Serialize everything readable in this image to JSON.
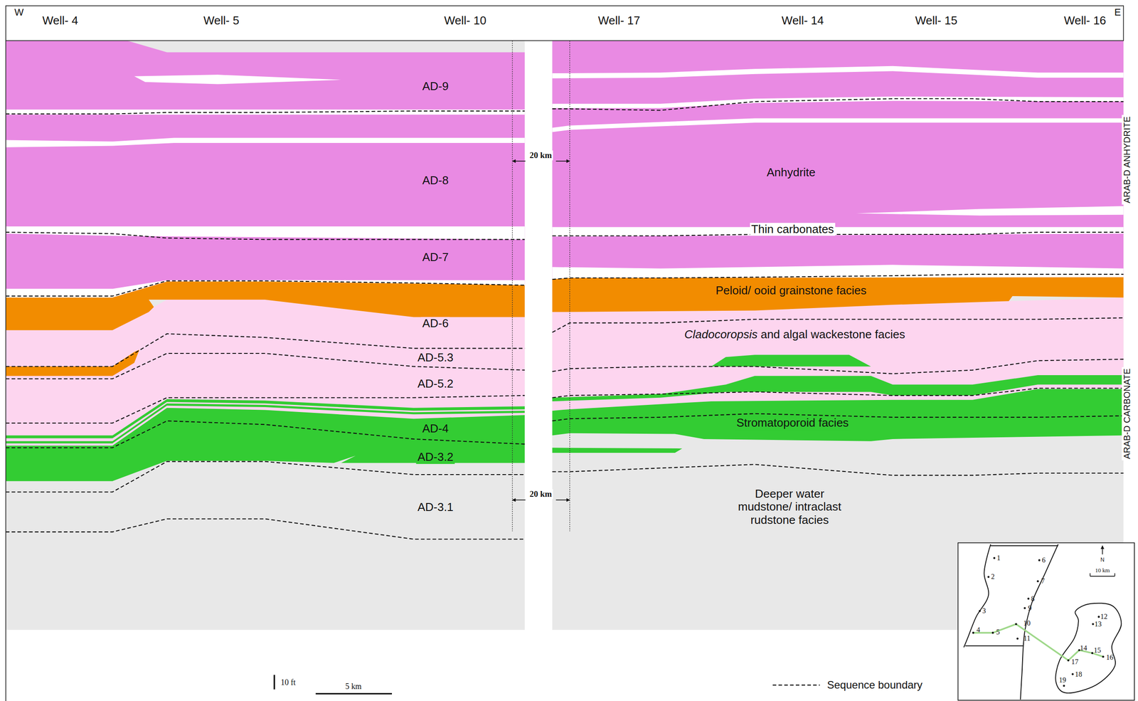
{
  "diagram": {
    "labels": [
      "W",
      "E",
      "Well- 4",
      "Well- 5",
      "Well- 10",
      "Well- 17",
      "Well- 14",
      "Well- 15",
      "Well- 16",
      "AD-9",
      "AD-8",
      "AD-7",
      "AD-6",
      "AD-5.3",
      "AD-5.2",
      "AD-4",
      "AD-3.2",
      "AD-3.1",
      "20 km",
      "20 km",
      "Anhydrite",
      "Thin carbonates",
      "Peloid/ ooid grainstone facies",
      "Cladocoropsis and algal wackestone facies",
      "Stromatoporoid facies",
      "Deeper water mudstone/ intraclast rudstone facies",
      "ARAB-D ANHYDRITE",
      "ARAB-D CARBONATE",
      "10 ft",
      "5 km",
      "1",
      "2",
      "3",
      "4",
      "5",
      "6",
      "7",
      "8",
      "9",
      "10",
      "11",
      "12",
      "13",
      "14",
      "15",
      "16",
      "17",
      "18",
      "19",
      "N",
      "10 km"
    ],
    "legend": [
      {
        "text": "Sequence boundary"
      }
    ]
  }
}
